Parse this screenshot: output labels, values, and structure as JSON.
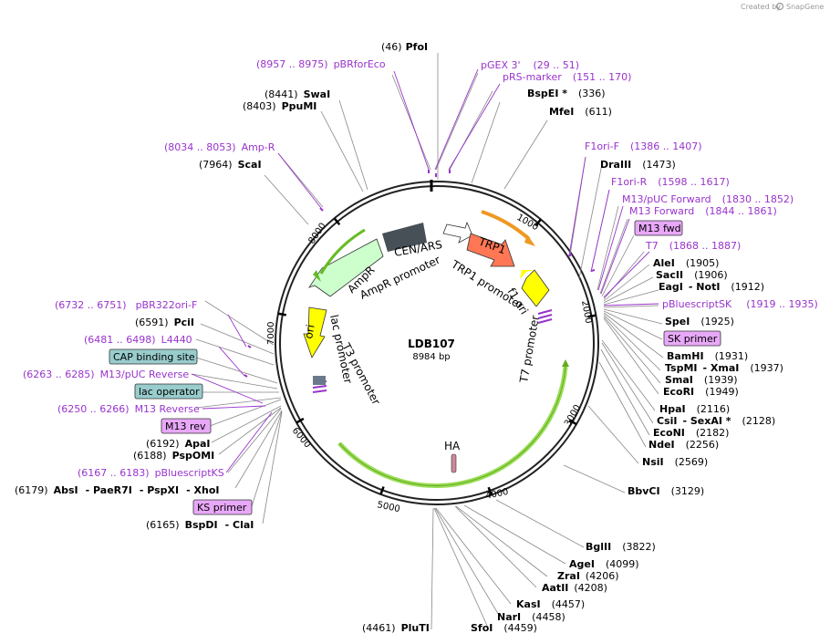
{
  "credit": {
    "created_by": "Created by",
    "brand": "SnapGene"
  },
  "plasmid": {
    "name": "LDB107",
    "size": "8984 bp"
  },
  "tick_labels": [
    "1000",
    "2000",
    "3000",
    "4000",
    "5000",
    "6000",
    "7000",
    "8000"
  ],
  "enzyme_labels": {
    "pfoi": {
      "name": "PfoI",
      "pos": "(46)"
    },
    "bspei": {
      "name": "BspEI *",
      "pos": "(336)"
    },
    "mfei": {
      "name": "MfeI",
      "pos": "(611)"
    },
    "draiii": {
      "name": "DraIII",
      "pos": "(1473)"
    },
    "alei": {
      "name": "AleI",
      "pos": "(1905)"
    },
    "sacii": {
      "name": "SacII",
      "pos": "(1906)"
    },
    "eagi": {
      "name": "EagI",
      "sep": "- NotI",
      "pos": "(1912)"
    },
    "spei": {
      "name": "SpeI",
      "pos": "(1925)"
    },
    "bamhi": {
      "name": "BamHI",
      "pos": "(1931)"
    },
    "tspmi": {
      "name": "TspMI",
      "sep": "- XmaI",
      "pos": "(1937)"
    },
    "smai": {
      "name": "SmaI",
      "pos": "(1939)"
    },
    "ecori": {
      "name": "EcoRI",
      "pos": "(1949)"
    },
    "hpai": {
      "name": "HpaI",
      "pos": "(2116)"
    },
    "csii": {
      "name": "CsiI",
      "sep": "- SexAI *",
      "pos": "(2128)"
    },
    "econi": {
      "name": "EcoNI",
      "pos": "(2182)"
    },
    "ndei": {
      "name": "NdeI",
      "pos": "(2256)"
    },
    "nsii": {
      "name": "NsiI",
      "pos": "(2569)"
    },
    "bbvci": {
      "name": "BbvCI",
      "pos": "(3129)"
    },
    "bglii": {
      "name": "BglII",
      "pos": "(3822)"
    },
    "agei": {
      "name": "AgeI",
      "pos": "(4099)"
    },
    "zrai": {
      "name": "ZraI",
      "pos": "(4206)"
    },
    "aatii": {
      "name": "AatII",
      "pos": "(4208)"
    },
    "kasi": {
      "name": "KasI",
      "pos": "(4457)"
    },
    "nari": {
      "name": "NarI",
      "pos": "(4458)"
    },
    "sfoi": {
      "name": "SfoI",
      "pos": "(4459)"
    },
    "pluti": {
      "name": "PluTI",
      "pos": "(4461)"
    },
    "swai": {
      "name": "SwaI",
      "pos": "(8441)"
    },
    "ppumi": {
      "name": "PpuMI",
      "pos": "(8403)"
    },
    "scai": {
      "name": "ScaI",
      "pos": "(7964)"
    },
    "pcii": {
      "name": "PciI",
      "pos": "(6591)"
    },
    "apai": {
      "name": "ApaI",
      "pos": "(6192)"
    },
    "pspomi": {
      "name": "PspOMI",
      "pos": "(6188)"
    },
    "absi": {
      "name": "AbsI",
      "sep1": "- PaeR7I",
      "sep2": "- PspXI",
      "sep3": "- XhoI",
      "pos": "(6179)"
    },
    "bspdi": {
      "name": "BspDI",
      "sep": "- ClaI",
      "pos": "(6165)"
    }
  },
  "primer_labels": {
    "pbrforeco": {
      "pos": "(8957 .. 8975)",
      "name": "pBRforEco"
    },
    "pgex3": {
      "name": "pGEX 3'",
      "pos": "(29 .. 51)"
    },
    "prsmarker": {
      "name": "pRS-marker",
      "pos": "(151 .. 170)"
    },
    "ampr": {
      "pos": "(8034 .. 8053)",
      "name": "Amp-R"
    },
    "f1orif": {
      "name": "F1ori-F",
      "pos": "(1386 .. 1407)"
    },
    "f1orir": {
      "name": "F1ori-R",
      "pos": "(1598 .. 1617)"
    },
    "m13puc_fwd": {
      "name": "M13/pUC Forward",
      "pos": "(1830 .. 1852)"
    },
    "m13fwd": {
      "name": "M13 Forward",
      "pos": "(1844 .. 1861)"
    },
    "t7": {
      "name": "T7",
      "pos": "(1868 .. 1887)"
    },
    "pbluescriptsk": {
      "name": "pBluescriptSK",
      "pos": "(1919 .. 1935)"
    },
    "pbr322": {
      "pos": "(6732 .. 6751)",
      "name": "pBR322ori-F"
    },
    "l4440": {
      "pos": "(6481 .. 6498)",
      "name": "L4440"
    },
    "m13puc_rev": {
      "pos": "(6263 .. 6285)",
      "name": "M13/pUC Reverse"
    },
    "m13reverse": {
      "pos": "(6250 .. 6266)",
      "name": "M13 Reverse"
    },
    "pbluescriptks": {
      "pos": "(6167 .. 6183)",
      "name": "pBluescriptKS"
    }
  },
  "boxed_labels": {
    "m13fwd": "M13 fwd",
    "skprimer": "SK primer",
    "cap": "CAP binding site",
    "lacop": "lac operator",
    "m13rev": "M13 rev",
    "ksprimer": "KS primer"
  },
  "feature_labels": {
    "cenars": "CEN/ARS",
    "ampr": "AmpR",
    "ampr_promoter": "AmpR promoter",
    "trp1": "TRP1",
    "trp1_promoter": "TRP1 promoter",
    "f1ori": "f1 ori",
    "ori": "ori",
    "lac_promoter": "lac promoter",
    "t3_promoter": "T3 promoter",
    "t7_promoter": "T7 promoter",
    "ha": "HA"
  },
  "colors": {
    "backbone": "#222222",
    "primer": "#9933cc",
    "cen": "#474f57",
    "amp": "#ccffcc",
    "amp_arrow": "#66bb22",
    "trp1": "#ff7755",
    "f1ori": "#ffff00",
    "ori_feat": "#ffff00",
    "promoter_arrow": "#88cc22",
    "orange_arc": "#ee9922",
    "box_purple": "#e8a8f8",
    "box_teal": "#99cccc"
  }
}
